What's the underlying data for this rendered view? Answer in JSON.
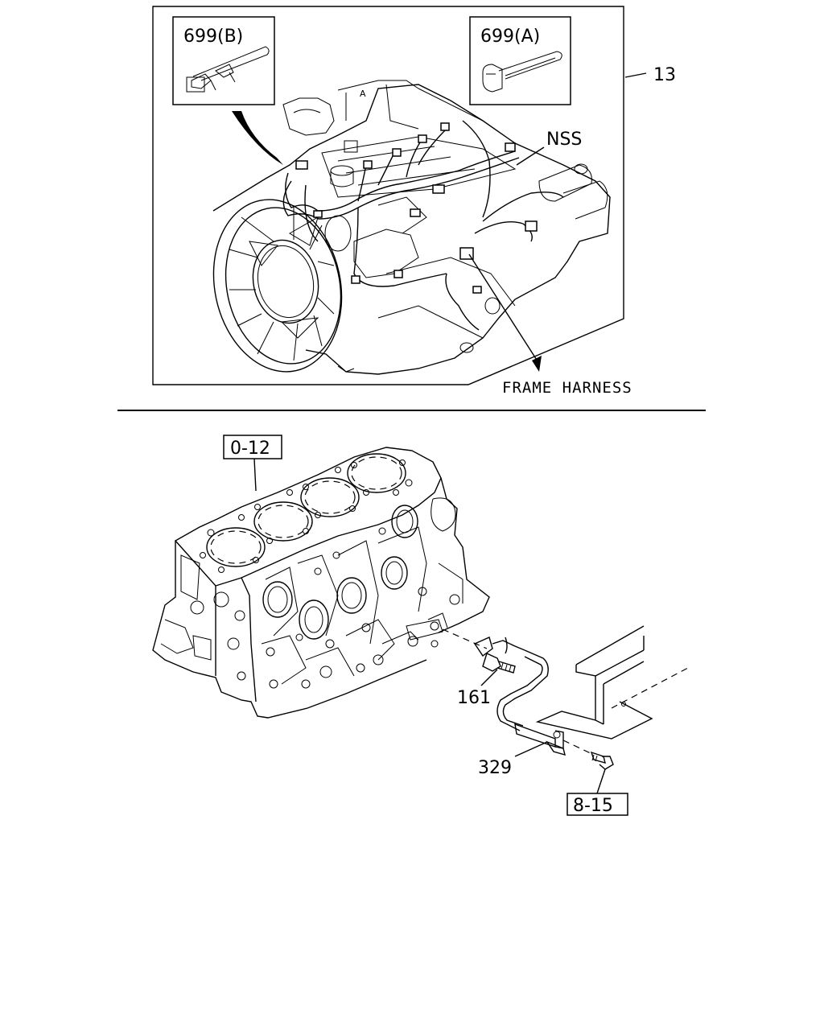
{
  "upper_view": {
    "callout_699b": "699(B)",
    "callout_699a": "699(A)",
    "callout_13": "13",
    "callout_nss": "NSS",
    "frame_harness": "FRAME HARNESS",
    "mark_a": "A"
  },
  "lower_view": {
    "ref_0_12": "0-12",
    "callout_161": "161",
    "callout_329": "329",
    "ref_8_15": "8-15"
  }
}
